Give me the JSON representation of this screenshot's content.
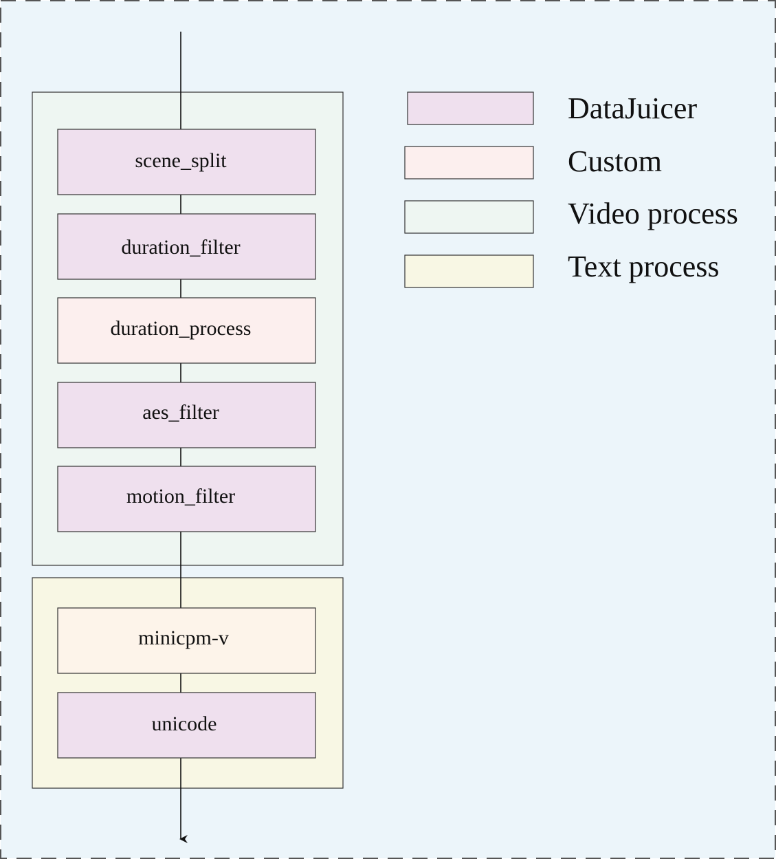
{
  "colors": {
    "background": "#ecf5fa",
    "datajuicer": "#efe0ee",
    "custom": "#fcefee",
    "video_group": "#eef6f2",
    "text_group": "#f8f7e4",
    "minicpm": "#fdf4ea",
    "stroke": "#333333"
  },
  "nodes": [
    {
      "id": "scene_split",
      "label": "scene_split",
      "kind": "datajuicer"
    },
    {
      "id": "duration_filter",
      "label": "duration_filter",
      "kind": "datajuicer"
    },
    {
      "id": "duration_process",
      "label": "duration_process",
      "kind": "custom"
    },
    {
      "id": "aes_filter",
      "label": "aes_filter",
      "kind": "datajuicer"
    },
    {
      "id": "motion_filter",
      "label": "motion_filter",
      "kind": "datajuicer"
    },
    {
      "id": "minicpm_v",
      "label": "minicpm-v",
      "kind": "minicpm"
    },
    {
      "id": "unicode",
      "label": "unicode",
      "kind": "datajuicer"
    }
  ],
  "legend": [
    {
      "label": "DataJuicer",
      "color": "#efe0ee"
    },
    {
      "label": "Custom",
      "color": "#fcefee"
    },
    {
      "label": "Video process",
      "color": "#eef6f2"
    },
    {
      "label": "Text process",
      "color": "#f8f7e4"
    }
  ]
}
